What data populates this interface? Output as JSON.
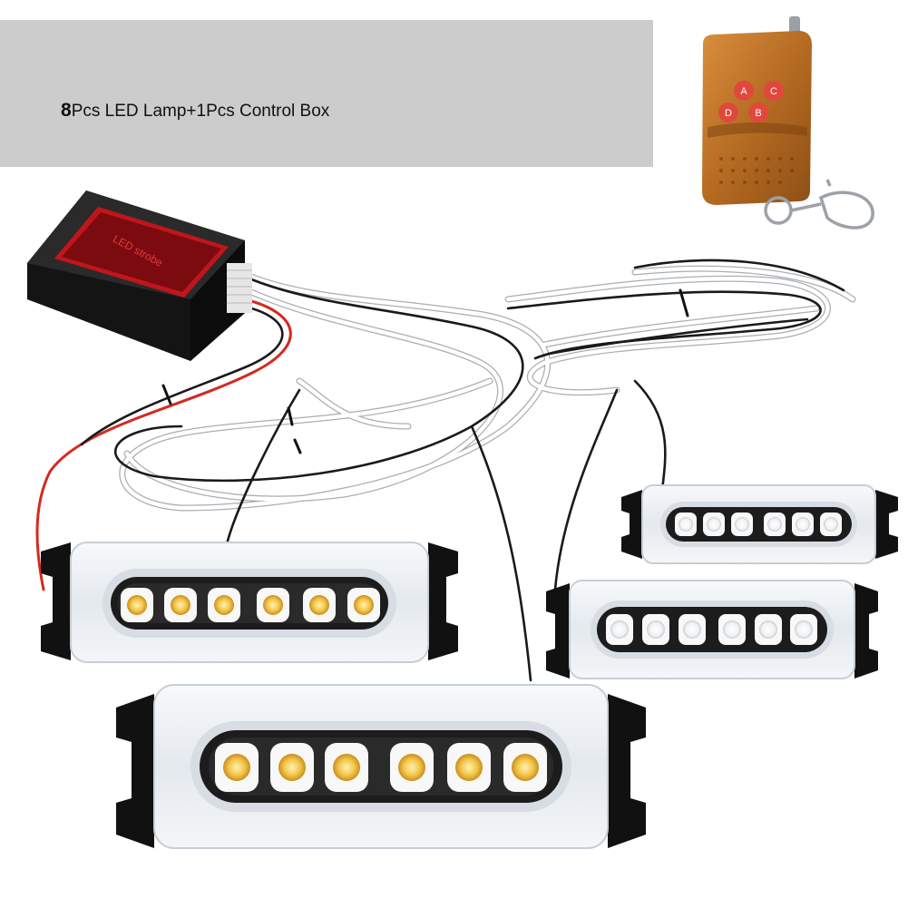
{
  "banner": {
    "caption_lead": "8",
    "caption_rest": "Pcs LED Lamp+1Pcs Control Box"
  },
  "control_box": {
    "label": "LED strobe"
  },
  "remote": {
    "buttons": [
      "A",
      "C",
      "D",
      "B"
    ]
  },
  "colors": {
    "banner_bg": "#cccccc",
    "box_body": "#1c1c1c",
    "box_face": "#c0161b",
    "remote_wood": "#c0792c",
    "remote_button": "#e0483c",
    "wire_red": "#d42a1f",
    "wire_black": "#1a1a1a",
    "lamp_housing": "#eef2f6",
    "led_warm": "#f3c44a",
    "led_cool": "#ffffff"
  },
  "icons": [
    "led-lamp-icon",
    "control-box-icon",
    "remote-control-icon",
    "key-ring-icon"
  ]
}
